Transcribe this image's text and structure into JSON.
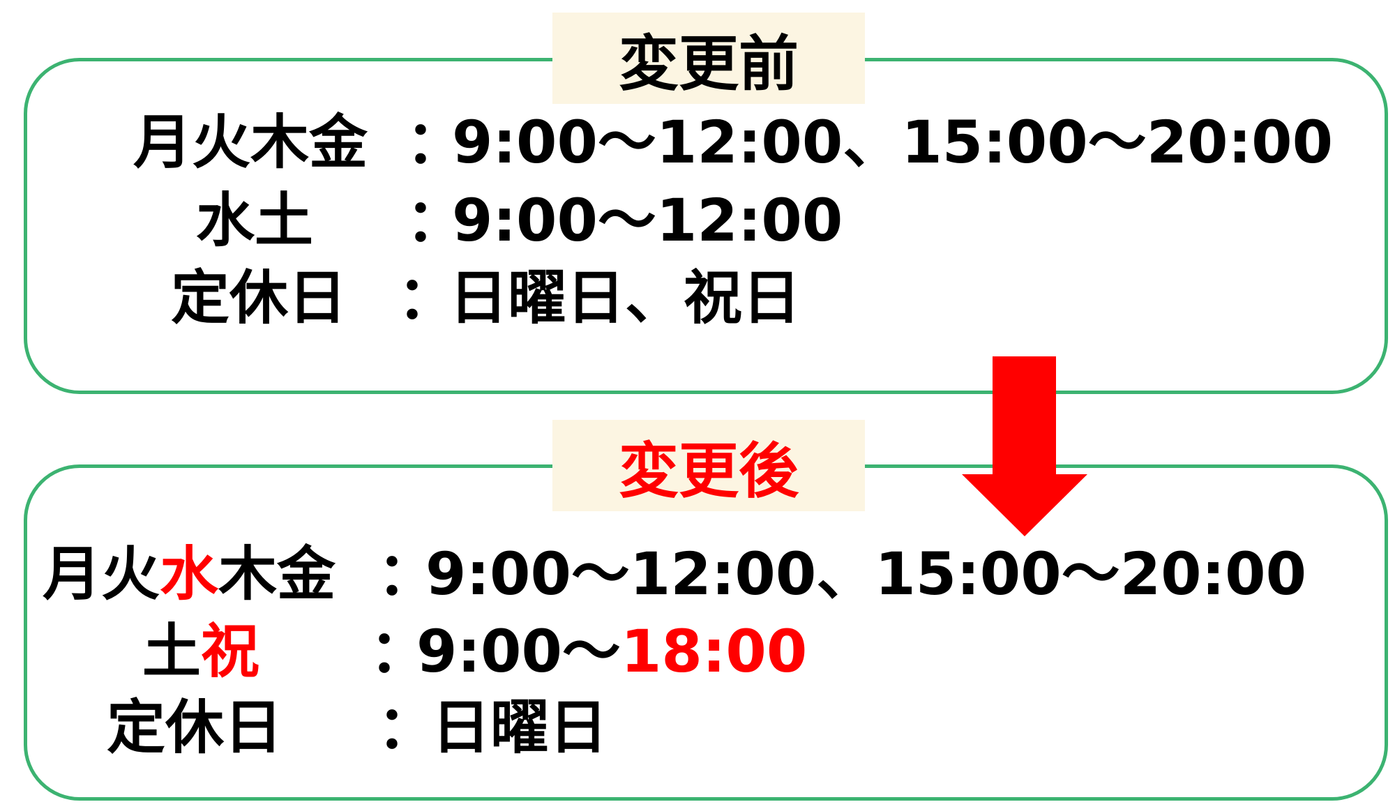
{
  "before": {
    "title": "変更前",
    "rows": [
      {
        "days": "月火木金",
        "colon": "：",
        "hours": "9:00～12:00、15:00～20:00"
      },
      {
        "days": "水土",
        "colon": "：",
        "hours": "9:00～12:00"
      },
      {
        "days": "定休日",
        "colon": "：",
        "hours": "日曜日、祝日"
      }
    ]
  },
  "after": {
    "title": "変更後",
    "rows": [
      {
        "days_a": "月火",
        "days_red": "水",
        "days_b": "木金",
        "colon": "：",
        "hours": "9:00～12:00、15:00～20:00"
      },
      {
        "days_a": "土",
        "days_red": "祝",
        "colon": "：",
        "hours_a": "9:00～",
        "hours_red": "18:00"
      },
      {
        "days": "定休日",
        "colon": "：",
        "hours": "日曜日"
      }
    ]
  },
  "colors": {
    "border": "#3cb371",
    "label_bg": "#fcf5e2",
    "accent": "#ff0000"
  }
}
